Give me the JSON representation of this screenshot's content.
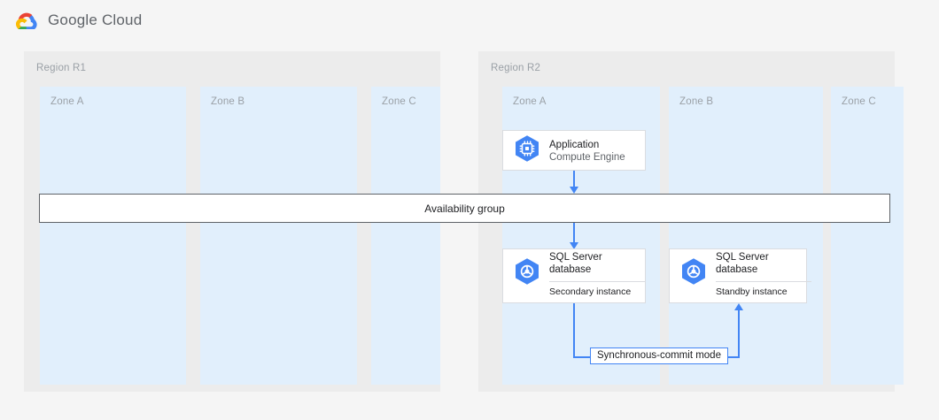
{
  "header": {
    "logo_icon": "google-cloud-logo-icon",
    "brand": "Google Cloud"
  },
  "diagram": {
    "regions": [
      {
        "label": "Region R1",
        "zones": [
          {
            "label": "Zone A"
          },
          {
            "label": "Zone B"
          },
          {
            "label": "Zone C"
          }
        ]
      },
      {
        "label": "Region R2",
        "zones": [
          {
            "label": "Zone A"
          },
          {
            "label": "Zone B"
          },
          {
            "label": "Zone C"
          }
        ]
      }
    ],
    "availability_group": {
      "label": "Availability group"
    },
    "cards": [
      {
        "icon": "compute-engine-icon",
        "title": "Application",
        "subtitle": "Compute Engine",
        "instance": ""
      },
      {
        "icon": "sql-server-database-icon",
        "title": "SQL Server",
        "subtitle": "database",
        "instance": "Secondary instance"
      },
      {
        "icon": "sql-server-database-icon",
        "title": "SQL Server",
        "subtitle": "database",
        "instance": "Standby instance"
      }
    ],
    "connectors": {
      "sync_label": "Synchronous-commit mode"
    }
  },
  "colors": {
    "page_bg": "#f5f5f5",
    "region_bg": "#ececec",
    "zone_bg": "#e1effc",
    "accent_blue": "#4285f4",
    "card_border": "#dadce0",
    "bar_border": "#5f6368",
    "muted_text": "#9aa0a6",
    "body_text": "#202124"
  }
}
